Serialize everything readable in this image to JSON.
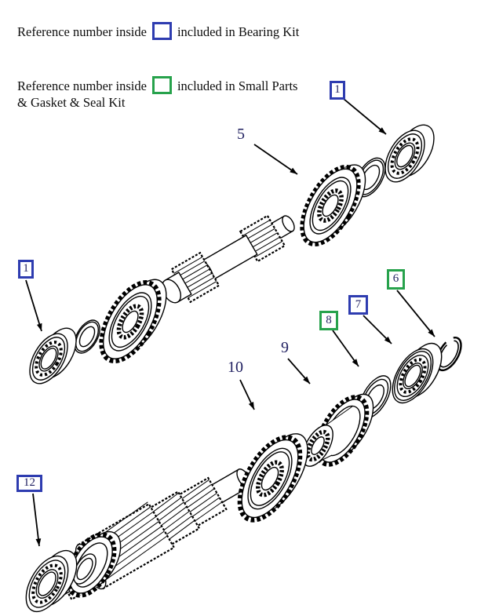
{
  "legend": {
    "bearing_kit": {
      "prefix": "Reference number inside",
      "suffix": "included in Bearing Kit",
      "box_color": "#2e3cb0"
    },
    "small_parts_kit": {
      "prefix": "Reference number inside",
      "suffix_line1": "included in Small Parts",
      "suffix_line2": "& Gasket & Seal Kit",
      "box_color": "#27a24c"
    }
  },
  "callouts": [
    {
      "label": "1",
      "kit": "bearing_kit"
    },
    {
      "label": "5",
      "kit": "none"
    },
    {
      "label": "1",
      "kit": "bearing_kit"
    },
    {
      "label": "6",
      "kit": "small_parts_kit"
    },
    {
      "label": "7",
      "kit": "bearing_kit"
    },
    {
      "label": "8",
      "kit": "small_parts_kit"
    },
    {
      "label": "9",
      "kit": "none"
    },
    {
      "label": "10",
      "kit": "none"
    },
    {
      "label": "12",
      "kit": "bearing_kit"
    }
  ],
  "colors": {
    "bearing_kit_box": "#2e3cb0",
    "small_parts_kit_box": "#27a24c",
    "line_art": "#000000",
    "callout_text": "#1f1f60"
  }
}
